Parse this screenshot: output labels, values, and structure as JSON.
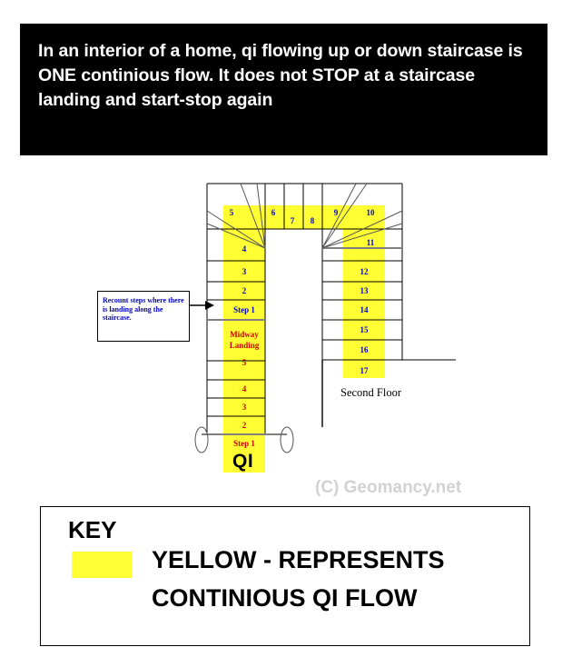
{
  "banner": {
    "text": "In an interior of a home, qi flowing up or down staircase is ONE continious flow. It does not STOP at a staircase landing and start-stop again",
    "bg_color": "#000000",
    "text_color": "#ffffff"
  },
  "diagram": {
    "left_flight_upper": [
      {
        "label": "5",
        "color": "blue"
      },
      {
        "label": "4",
        "color": "blue"
      },
      {
        "label": "3",
        "color": "blue"
      },
      {
        "label": "2",
        "color": "blue"
      },
      {
        "label": "Step 1",
        "color": "blue"
      }
    ],
    "landing": {
      "line1": "Midway",
      "line2": "Landing",
      "color": "red"
    },
    "left_flight_lower": [
      {
        "label": "5",
        "color": "red"
      },
      {
        "label": "4",
        "color": "red"
      },
      {
        "label": "3",
        "color": "red"
      },
      {
        "label": "2",
        "color": "red"
      },
      {
        "label": "Step 1",
        "color": "red"
      }
    ],
    "top_winders": [
      {
        "label": "6",
        "color": "blue"
      },
      {
        "label": "7",
        "color": "blue"
      },
      {
        "label": "8",
        "color": "blue"
      },
      {
        "label": "9",
        "color": "blue"
      },
      {
        "label": "10",
        "color": "blue"
      }
    ],
    "right_flight": [
      {
        "label": "11",
        "color": "blue"
      },
      {
        "label": "12",
        "color": "blue"
      },
      {
        "label": "13",
        "color": "blue"
      },
      {
        "label": "14",
        "color": "blue"
      },
      {
        "label": "15",
        "color": "blue"
      },
      {
        "label": "16",
        "color": "blue"
      },
      {
        "label": "17",
        "color": "blue"
      }
    ],
    "qi_label": "QI",
    "second_floor_label": "Second Floor",
    "callout": "Recount steps where there is landing along the staircase.",
    "highlight_color": "#ffff33",
    "line_color": "#000000"
  },
  "watermark": {
    "text": "(C) Geomancy.net",
    "color": "#d2d2d2"
  },
  "key": {
    "title": "KEY",
    "swatch_color": "#ffff33",
    "line1": "YELLOW - REPRESENTS",
    "line2": "CONTINIOUS QI FLOW"
  }
}
